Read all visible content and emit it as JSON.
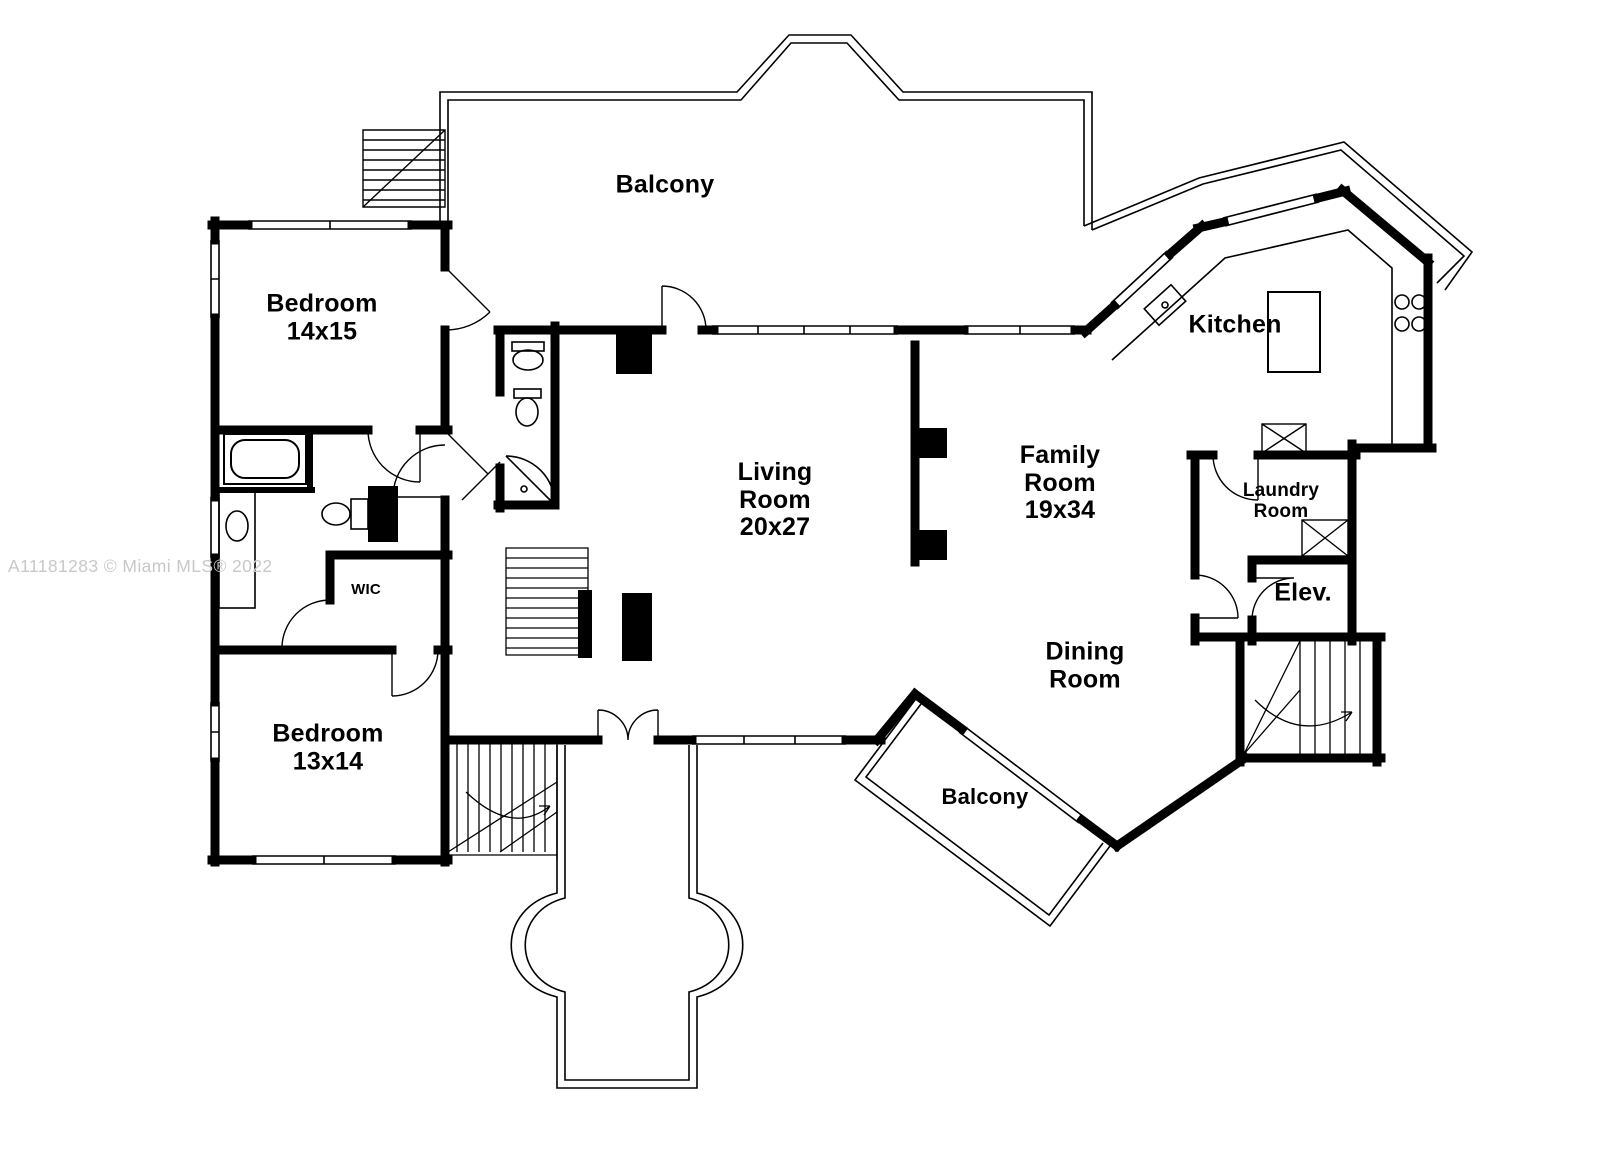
{
  "watermark": {
    "text": "A11181283 © Miami MLS® 2022"
  },
  "rooms": {
    "balcony_top": {
      "label": "Balcony"
    },
    "bedroom_top": {
      "name": "Bedroom",
      "size": "14x15"
    },
    "kitchen": {
      "label": "Kitchen"
    },
    "living": {
      "line1": "Living",
      "line2": "Room",
      "size": "20x27"
    },
    "family": {
      "line1": "Family",
      "line2": "Room",
      "size": "19x34"
    },
    "laundry": {
      "line1": "Laundry",
      "line2": "Room"
    },
    "elevator": {
      "label": "Elev."
    },
    "dining": {
      "line1": "Dining",
      "line2": "Room"
    },
    "wic": {
      "label": "WIC"
    },
    "bedroom_bottom": {
      "name": "Bedroom",
      "size": "13x14"
    },
    "balcony_bottom": {
      "label": "Balcony"
    }
  },
  "colors": {
    "wall": "#000000",
    "background": "#ffffff",
    "watermark": "#c8c8c8"
  }
}
